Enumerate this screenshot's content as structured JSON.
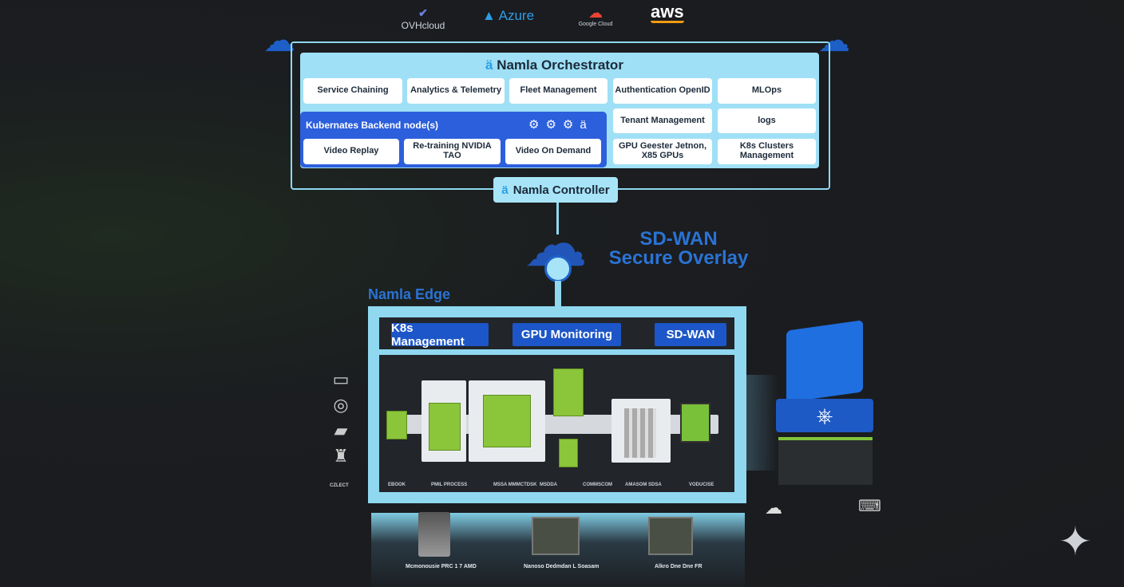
{
  "clouds": [
    "OVHcloud",
    "Azure",
    "Google Cloud",
    "aws"
  ],
  "orchestrator": {
    "title": "Namla Orchestrator",
    "row1": [
      "Service Chaining",
      "Analytics & Telemetry",
      "Fleet Management",
      "Authentication OpenID",
      "MLOps"
    ],
    "right": [
      "Tenant Management",
      "logs",
      "GPU Geester Jetnon, X85 GPUs",
      "K8s Clusters Management"
    ],
    "k8s": {
      "title": "Kubernates Backend node(s)",
      "items": [
        "Video Replay",
        "Re-training NVIDIA TAO",
        "Video On Demand"
      ]
    }
  },
  "controller": "Namla Controller",
  "sdwan": [
    "SD-WAN",
    "Secure Overlay"
  ],
  "edge": {
    "title": "Namla Edge",
    "buttons": [
      "K8s Management",
      "GPU Monitoring",
      "SD-WAN"
    ],
    "pipeline_labels": [
      "EBOOK",
      "PMIL PROCESS",
      "MSSA MMMCTDSK",
      "MSDDA",
      "COMMSCOM",
      "AMASOM SDSA",
      "VODUCISE"
    ],
    "device_label": "CZLECT"
  },
  "hardware": [
    "Mcmonousie PRC 1 7 AMD",
    "Nanoso Dedmdan L Soasam",
    "Alkro Dne Dne FR"
  ]
}
